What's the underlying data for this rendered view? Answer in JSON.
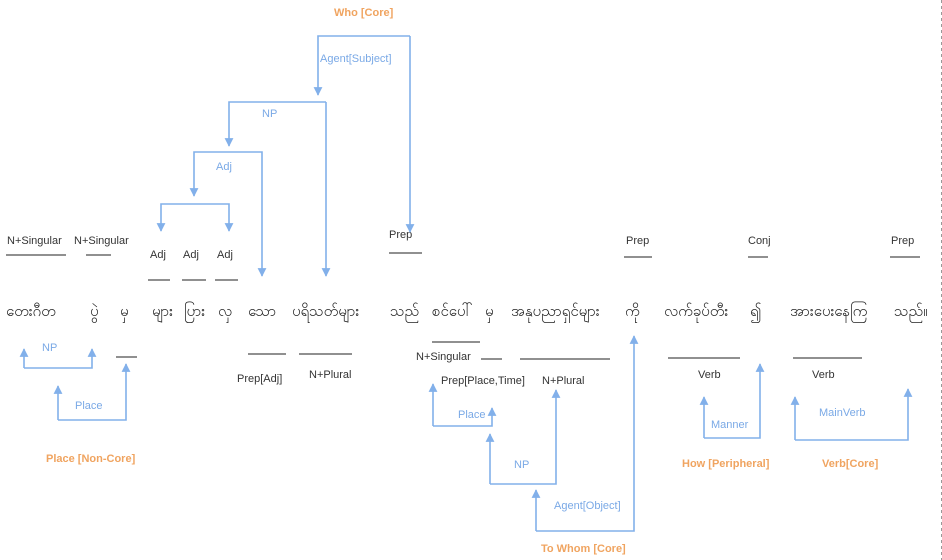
{
  "tokens": [
    "တေးဂီတ",
    "ပွဲ",
    "မှ",
    "များ",
    "ပြား",
    "လှ",
    "သော",
    "ပရိသတ်များ",
    "သည်",
    "စင်ပေါ်",
    "မှ",
    "အနုပညာရှင်များ",
    "ကို",
    "လက်ခုပ်တီး",
    "၍",
    "အားပေးနေကြ",
    "သည်။"
  ],
  "pos_tags": {
    "n_singular_1": "N+Singular",
    "n_singular_2": "N+Singular",
    "adj_1": "Adj",
    "adj_2": "Adj",
    "adj_3": "Adj",
    "prep_1": "Prep",
    "prep_2": "Prep",
    "conj": "Conj",
    "prep_3": "Prep",
    "prep_adj": "Prep[Adj]",
    "n_plural_1": "N+Plural",
    "n_singular_3": "N+Singular",
    "prep_place_time": "Prep[Place,Time]",
    "n_plural_2": "N+Plural",
    "verb_1": "Verb",
    "verb_2": "Verb"
  },
  "relations": {
    "agent_subject": "Agent[Subject]",
    "np_top": "NP",
    "adj_top": "Adj",
    "np_left": "NP",
    "place_left": "Place",
    "place_mid": "Place",
    "np_mid": "NP",
    "agent_object": "Agent[Object]",
    "manner": "Manner",
    "main_verb": "MainVerb"
  },
  "roles": {
    "who": "Who [Core]",
    "place_noncore": "Place [Non-Core]",
    "to_whom": "To Whom [Core]",
    "how": "How [Peripheral]",
    "verb_core": "Verb[Core]"
  },
  "colors": {
    "arrow": "#82b0ea",
    "relation_text": "#7aa9e6",
    "role_text": "#f0a460",
    "text": "#222222"
  }
}
